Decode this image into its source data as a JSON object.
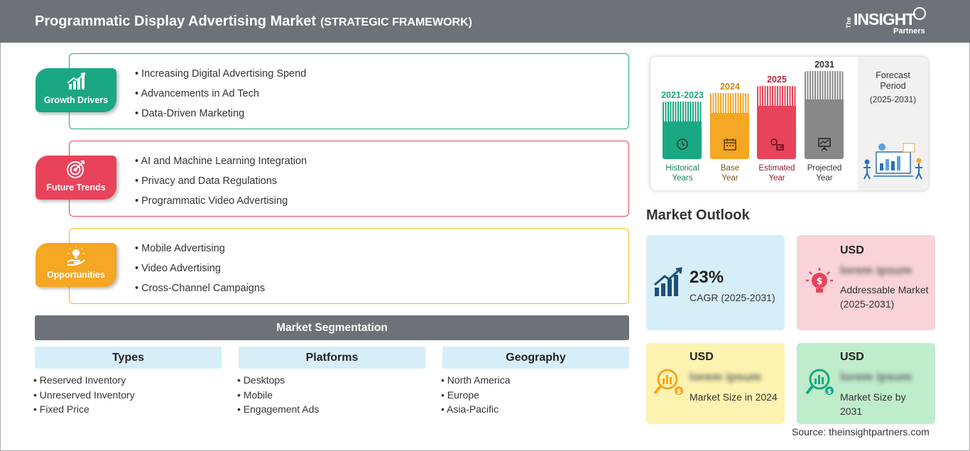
{
  "header": {
    "title": "Programmatic Display Advertising Market",
    "subtitle": "(STRATEGIC FRAMEWORK)"
  },
  "logo": {
    "the": "The",
    "insight": "INSIGHT",
    "partners": "Partners"
  },
  "colors": {
    "header": "#6d7278",
    "growth": "#1aa882",
    "trends": "#e8435a",
    "opps": "#f5a623"
  },
  "framework": [
    {
      "label": "Growth Drivers",
      "icon": "growth-chart-icon",
      "items": [
        "Increasing Digital Advertising Spend",
        "Advancements in Ad Tech",
        "Data-Driven Marketing"
      ]
    },
    {
      "label": "Future Trends",
      "icon": "target-icon",
      "items": [
        "AI and Machine Learning Integration",
        "Privacy and Data Regulations",
        "Programmatic Video Advertising"
      ]
    },
    {
      "label": "Opportunities",
      "icon": "lightbulb-hand-icon",
      "items": [
        "Mobile Advertising",
        "Video Advertising",
        "Cross-Channel Campaigns"
      ]
    }
  ],
  "segmentation": {
    "title": "Market Segmentation",
    "columns": [
      {
        "header": "Types",
        "items": [
          "Reserved Inventory",
          "Unreserved Inventory",
          "Fixed Price"
        ]
      },
      {
        "header": "Platforms",
        "items": [
          "Desktops",
          "Mobile",
          "Engagement Ads"
        ]
      },
      {
        "header": "Geography",
        "items": [
          "North America",
          "Europe",
          "Asia-Pacific"
        ]
      }
    ]
  },
  "timeline": {
    "periods": [
      {
        "year": "2021-2023",
        "label_1": "Historical",
        "label_2": "Years",
        "color": "#1aa882",
        "icon": "history-clock-icon"
      },
      {
        "year": "2024",
        "label_1": "Base",
        "label_2": "Year",
        "color": "#f5a623",
        "icon": "calendar-icon"
      },
      {
        "year": "2025",
        "label_1": "Estimated",
        "label_2": "Year",
        "color": "#e8435a",
        "icon": "gears-chart-icon"
      },
      {
        "year": "2031",
        "label_1": "Projected",
        "label_2": "Year",
        "color": "#888888",
        "icon": "presentation-board-icon"
      }
    ],
    "forecast_1": "Forecast",
    "forecast_2": "Period",
    "forecast_range": "(2025-2031)"
  },
  "outlook": {
    "title": "Market Outlook",
    "cagr_value": "23%",
    "cagr_label": "CAGR (2025-2031)",
    "addressable_usd": "USD",
    "addressable_value": "lorem ipsum",
    "addressable_label": "Addressable Market (2025-2031)",
    "size2024_usd": "USD",
    "size2024_value": "lorem ipsum",
    "size2024_label": "Market Size in 2024",
    "size2031_usd": "USD",
    "size2031_value": "lorem ipsum",
    "size2031_label": "Market Size by 2031"
  },
  "source": "Source: theinsightpartners.com"
}
